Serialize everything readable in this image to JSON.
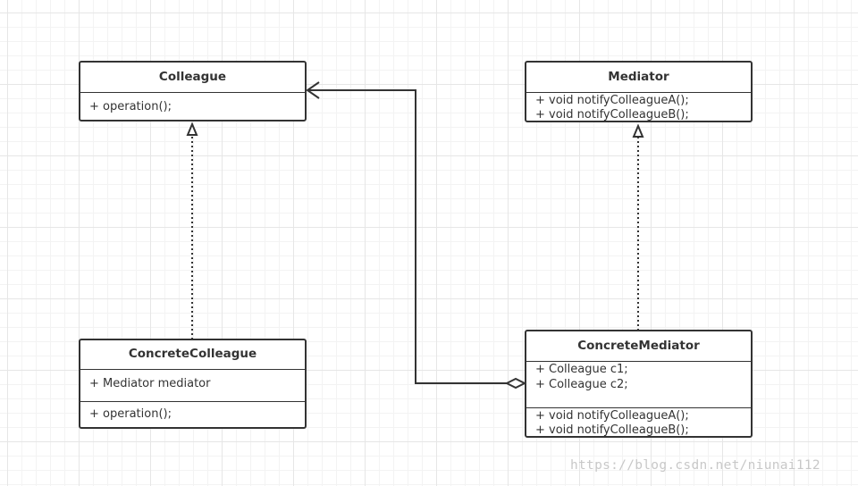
{
  "classes": {
    "colleague": {
      "name": "Colleague",
      "methods": [
        "+ operation();"
      ]
    },
    "mediator": {
      "name": "Mediator",
      "methods": [
        "+ void notifyColleagueA();",
        "+ void notifyColleagueB();"
      ]
    },
    "concrete_colleague": {
      "name": "ConcreteColleague",
      "attributes": [
        "+ Mediator mediator"
      ],
      "methods": [
        "+ operation();"
      ]
    },
    "concrete_mediator": {
      "name": "ConcreteMediator",
      "attributes": [
        "+ Colleague c1;",
        "+ Colleague c2;"
      ],
      "methods": [
        "+ void notifyColleagueA();",
        "+ void notifyColleagueB();"
      ]
    }
  },
  "relationships": [
    {
      "from": "ConcreteColleague",
      "to": "Colleague",
      "type": "realization"
    },
    {
      "from": "ConcreteMediator",
      "to": "Mediator",
      "type": "realization"
    },
    {
      "from": "ConcreteMediator",
      "to": "Colleague",
      "type": "aggregation"
    }
  ],
  "colors": {
    "stroke": "#333333",
    "grid": "#e6e6e6",
    "watermark": "#c8c8c8"
  },
  "watermark": "https://blog.csdn.net/niunai112"
}
